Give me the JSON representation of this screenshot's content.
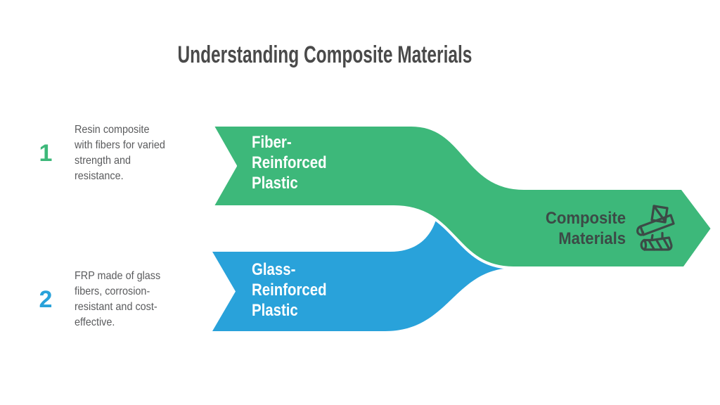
{
  "title": "Understanding Composite Materials",
  "steps": [
    {
      "number": "1",
      "description": "Resin composite\nwith fibers for varied\nstrength and\nresistance.",
      "band_label": "Fiber-\nReinforced\nPlastic"
    },
    {
      "number": "2",
      "description": "FRP made of glass\nfibers, corrosion-\nresistant and cost-\neffective.",
      "band_label": "Glass-\nReinforced\nPlastic"
    }
  ],
  "result": {
    "label": "Composite\nMaterials",
    "icon": "fiberglass-cast-icon"
  },
  "colors": {
    "green": "#3db87a",
    "blue": "#29a2da",
    "title_text": "#4a4a4a",
    "body_text": "#5a5b5d",
    "result_text": "#3c4a46",
    "band_text": "#ffffff",
    "background": "#ffffff"
  }
}
